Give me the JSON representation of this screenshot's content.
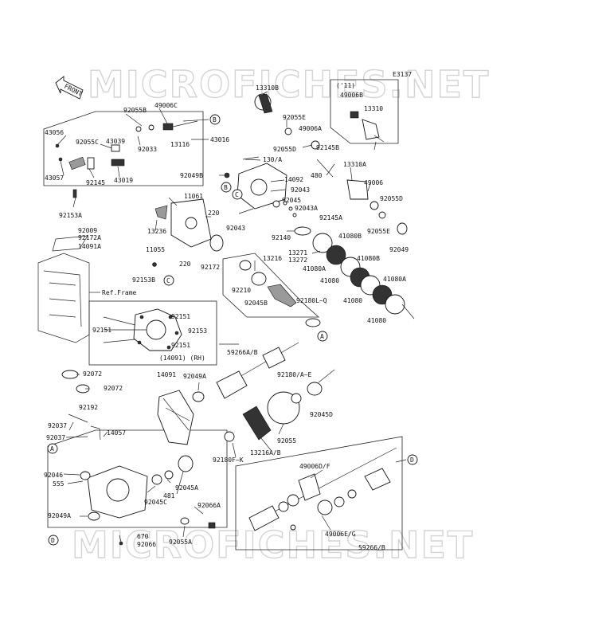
{
  "watermark": "MICROFICHES.NET",
  "diagram_code": "E3137",
  "front_label": "FRONT",
  "year_note": "('11)",
  "ref_frame": "Ref.Frame",
  "inset_caption": "(14091) (RH)",
  "callouts": [
    "A",
    "B",
    "C",
    "D"
  ],
  "labels": [
    "13310B",
    "92055B",
    "49006C",
    "43056",
    "92055C",
    "43039",
    "92033",
    "13116",
    "43016",
    "43057",
    "92145",
    "43019",
    "92153A",
    "92055E",
    "49006A",
    "92055D",
    "92145B",
    "130/A",
    "480",
    "92049B",
    "14092",
    "92043",
    "11061",
    "92045",
    "220",
    "13236",
    "92043",
    "92009",
    "92172A",
    "14091A",
    "11055",
    "92153B",
    "220",
    "92172",
    "13216",
    "92210",
    "92045B",
    "92180L~Q",
    "49006B",
    "13310",
    "13310A",
    "49006",
    "92055D",
    "92055E",
    "92049",
    "92043A",
    "92145A",
    "41080B",
    "92140",
    "13271",
    "13272",
    "41080A",
    "41080B",
    "41080",
    "41080A",
    "41080",
    "41080",
    "92151",
    "92151",
    "92153",
    "92151",
    "59266A/B",
    "92072",
    "92072",
    "14091",
    "92049A",
    "92180/A~E",
    "92045D",
    "92192",
    "92037",
    "92037",
    "14057",
    "92055",
    "13216A/B",
    "92180F~K",
    "49006D/F",
    "92045A",
    "92046",
    "555",
    "481",
    "92045C",
    "92066A",
    "92049A",
    "670",
    "92066",
    "92055A",
    "49006E/G",
    "59266/B"
  ]
}
